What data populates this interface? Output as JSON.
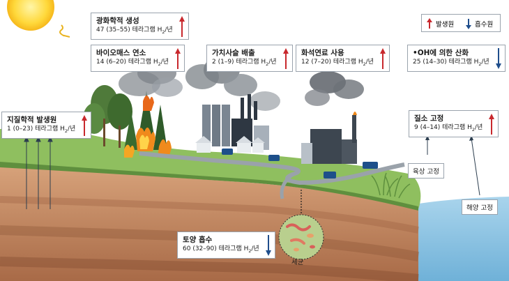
{
  "legend": {
    "source": "발생원",
    "sink": "흡수원"
  },
  "boxes": {
    "photochem": {
      "title": "광화학적 생성",
      "value": "47 (35–55) 테라그램 H",
      "unit": "/년"
    },
    "biomass": {
      "title": "바이오매스 연소",
      "value": "14 (6–20) 테라그램 H",
      "unit": "/년"
    },
    "value_chain": {
      "title": "가치사슬 배출",
      "value": "2 (1–9) 테라그램 H",
      "unit": "/년"
    },
    "fossil": {
      "title": "화석연료 사용",
      "value": "12 (7–20) 테라그램 H",
      "unit": "/년"
    },
    "oh": {
      "title": "•OH에 의한 산화",
      "value": "25 (14–30) 테라그램 H",
      "unit": "/년"
    },
    "geologic": {
      "title": "지질학적 발생원",
      "value": "1 (0–23) 테라그램 H",
      "unit": "/년"
    },
    "nitrogen": {
      "title": "질소 고정",
      "value": "9 (4–14) 테라그램 H",
      "unit": "/년"
    },
    "soil": {
      "title": "토양 흡수",
      "value": "60 (32–90) 테라그램 H",
      "unit": "/년"
    }
  },
  "labels": {
    "land_fix": "육상 고정",
    "ocean_fix": "해양 고정",
    "microbes": "세균"
  },
  "colors": {
    "source": "#c8282d",
    "sink": "#1f4e8c",
    "sky": "#ffffff",
    "grass": "#8fbf5f",
    "soil": "#b67f5b",
    "ocean": "#9ccbe6"
  }
}
